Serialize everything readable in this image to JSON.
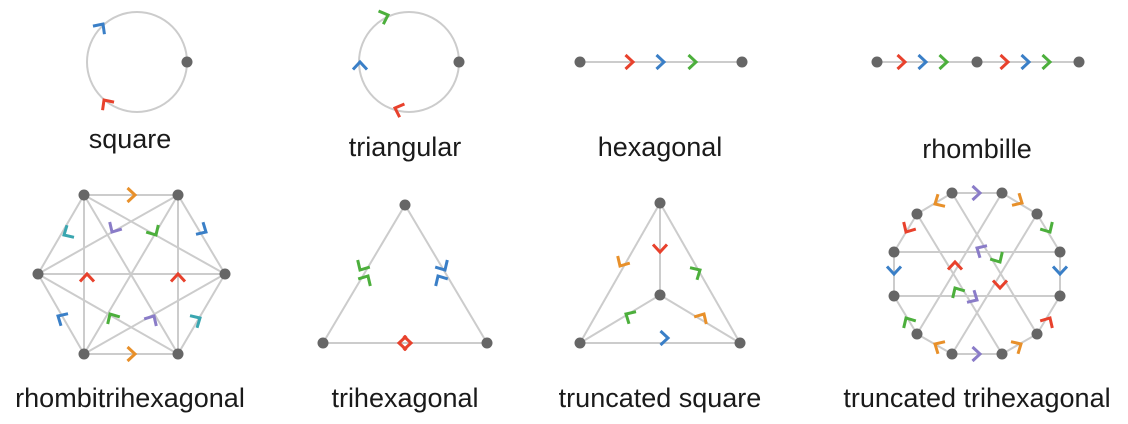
{
  "colors": {
    "edge": "#cccccc",
    "node": "#666666",
    "red": "#e8412c",
    "blue": "#3a7fc7",
    "green": "#4caf3c",
    "orange": "#e8902a",
    "purple": "#8a7cc8",
    "teal": "#3aa6b0"
  },
  "diagrams": [
    {
      "id": "square",
      "label": "square"
    },
    {
      "id": "triangular",
      "label": "triangular"
    },
    {
      "id": "hexagonal",
      "label": "hexagonal"
    },
    {
      "id": "rhombille",
      "label": "rhombille"
    },
    {
      "id": "rhombitrihexagonal",
      "label": "rhombitrihexagonal"
    },
    {
      "id": "trihexagonal",
      "label": "trihexagonal"
    },
    {
      "id": "truncated-square",
      "label": "truncated square"
    },
    {
      "id": "truncated-trihexagonal",
      "label": "truncated trihexagonal"
    }
  ]
}
